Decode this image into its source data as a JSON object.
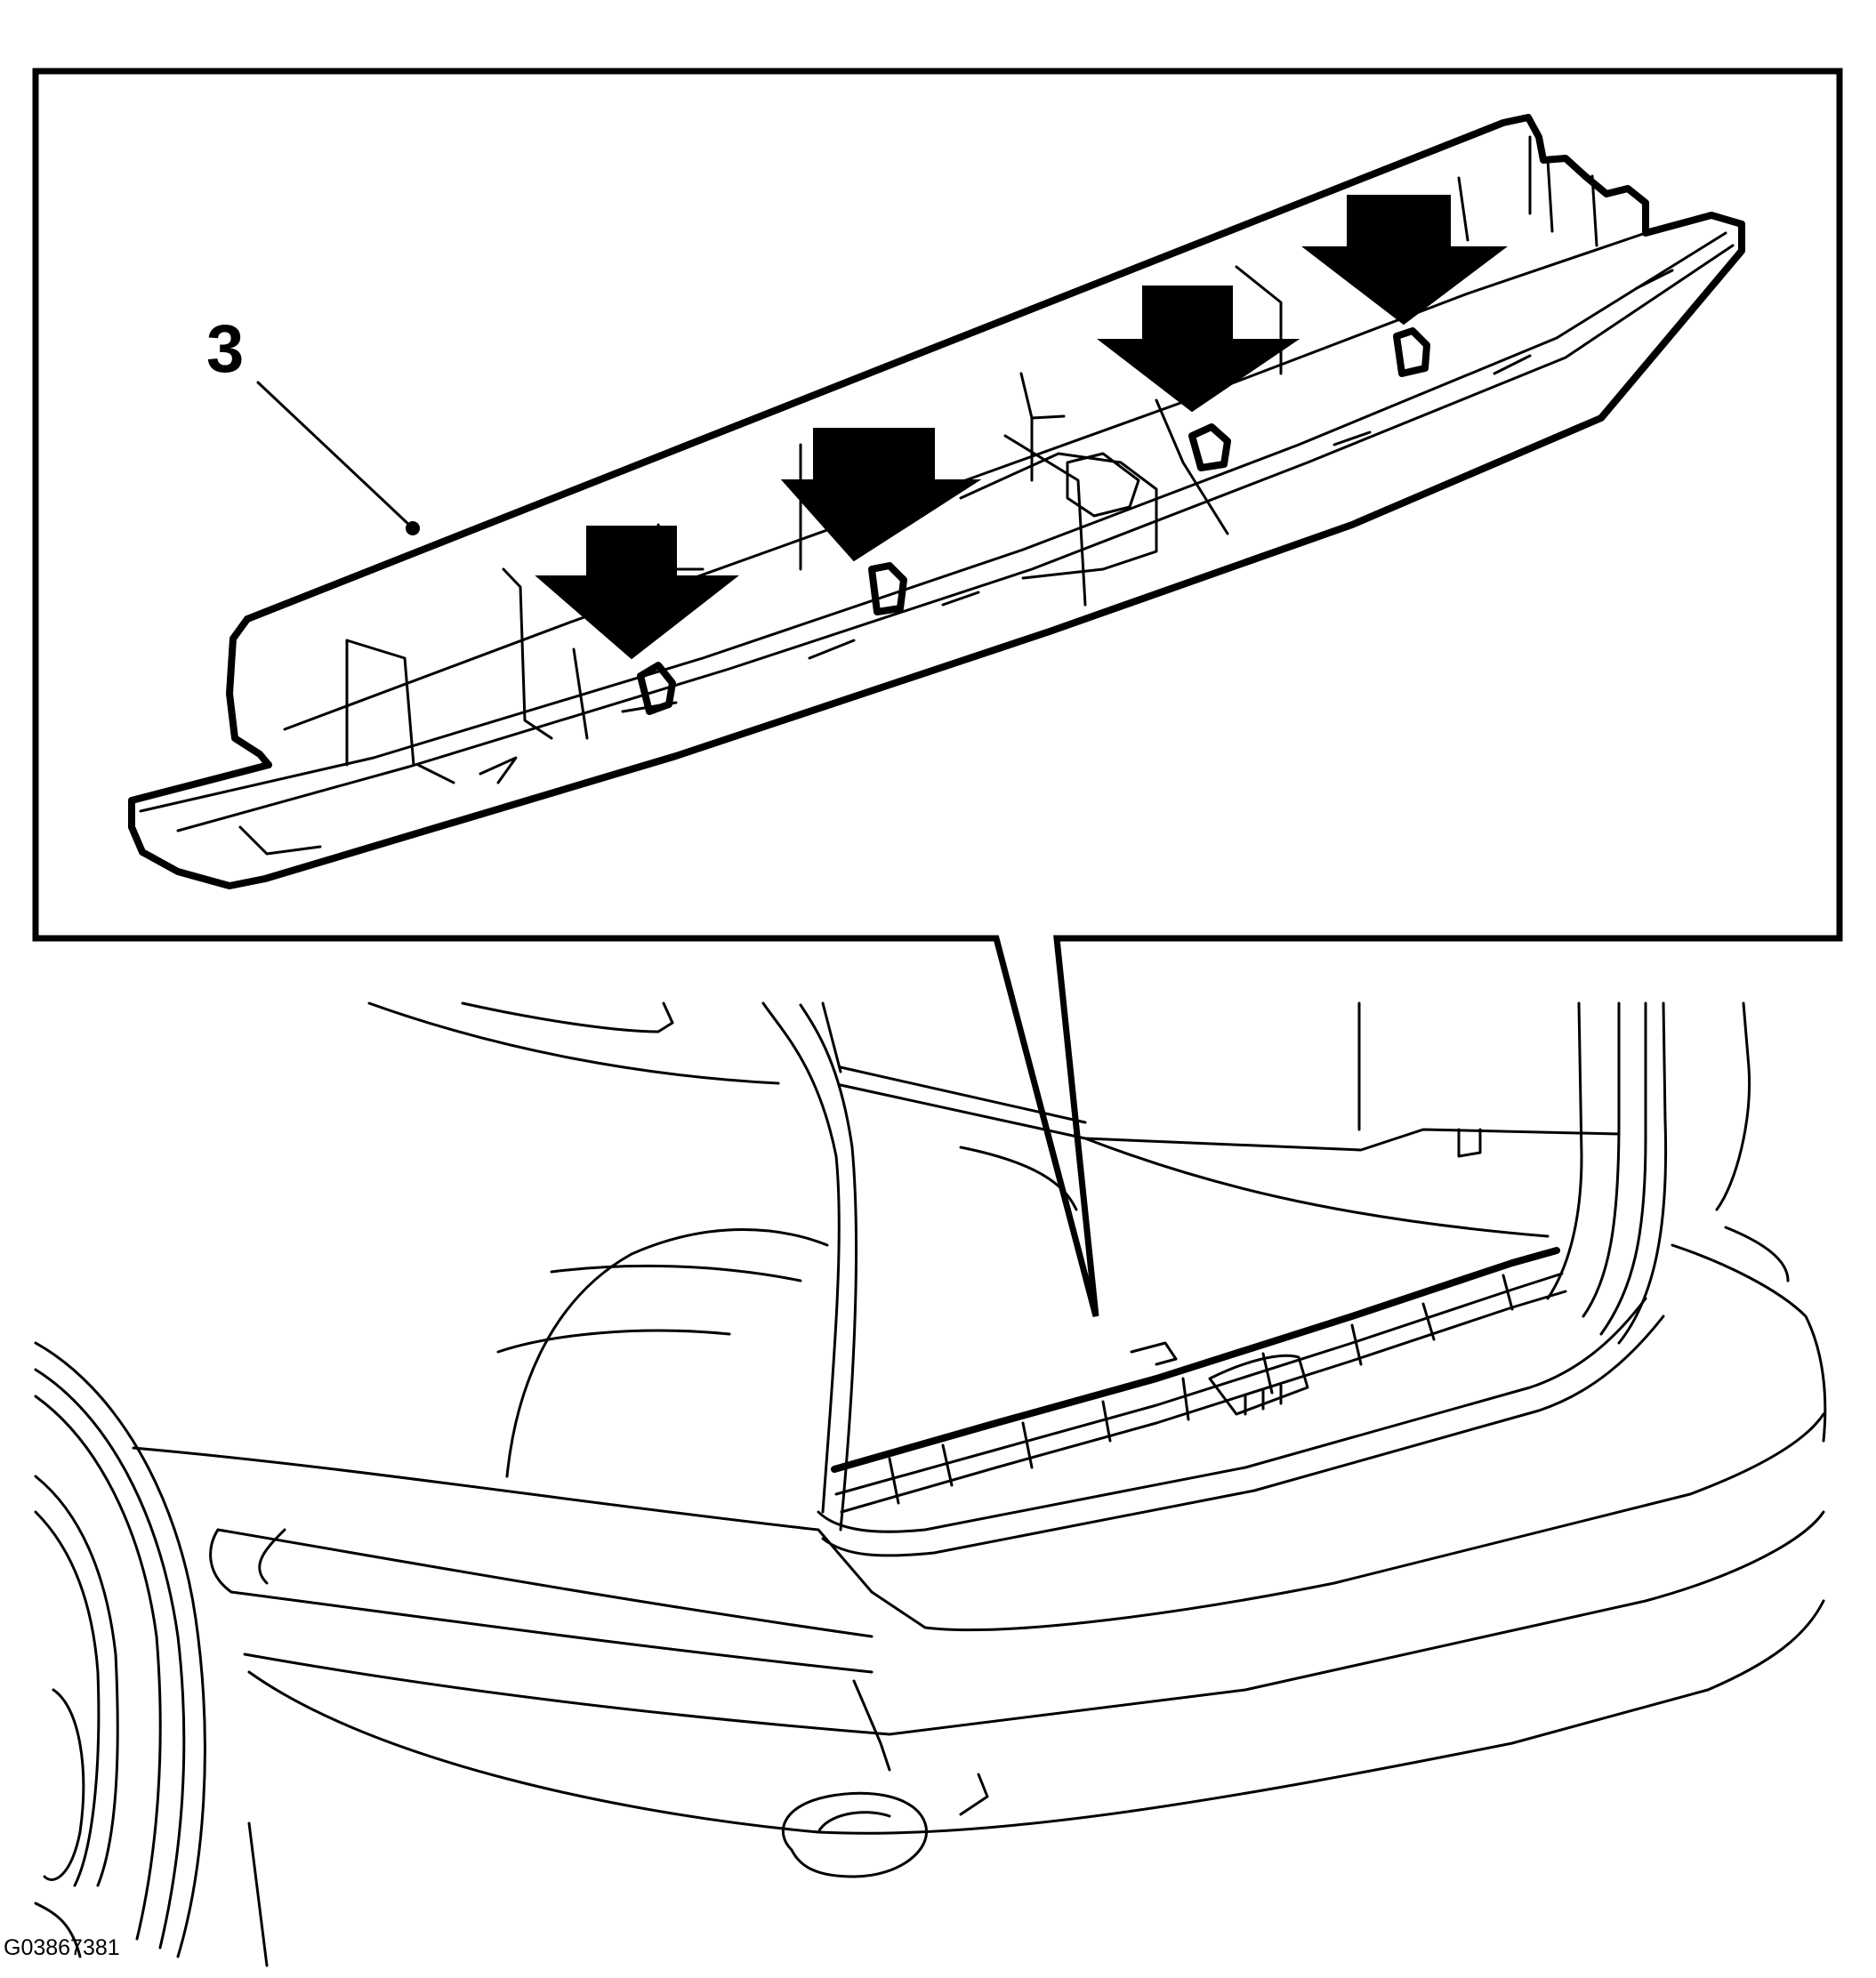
{
  "callout": {
    "number": "3"
  },
  "figure_code": "G03867381",
  "arrows": [
    {
      "id": "clip-1",
      "icon": "down-arrow-icon"
    },
    {
      "id": "clip-2",
      "icon": "down-arrow-icon"
    },
    {
      "id": "clip-3",
      "icon": "down-arrow-icon"
    },
    {
      "id": "clip-4",
      "icon": "down-arrow-icon"
    }
  ]
}
